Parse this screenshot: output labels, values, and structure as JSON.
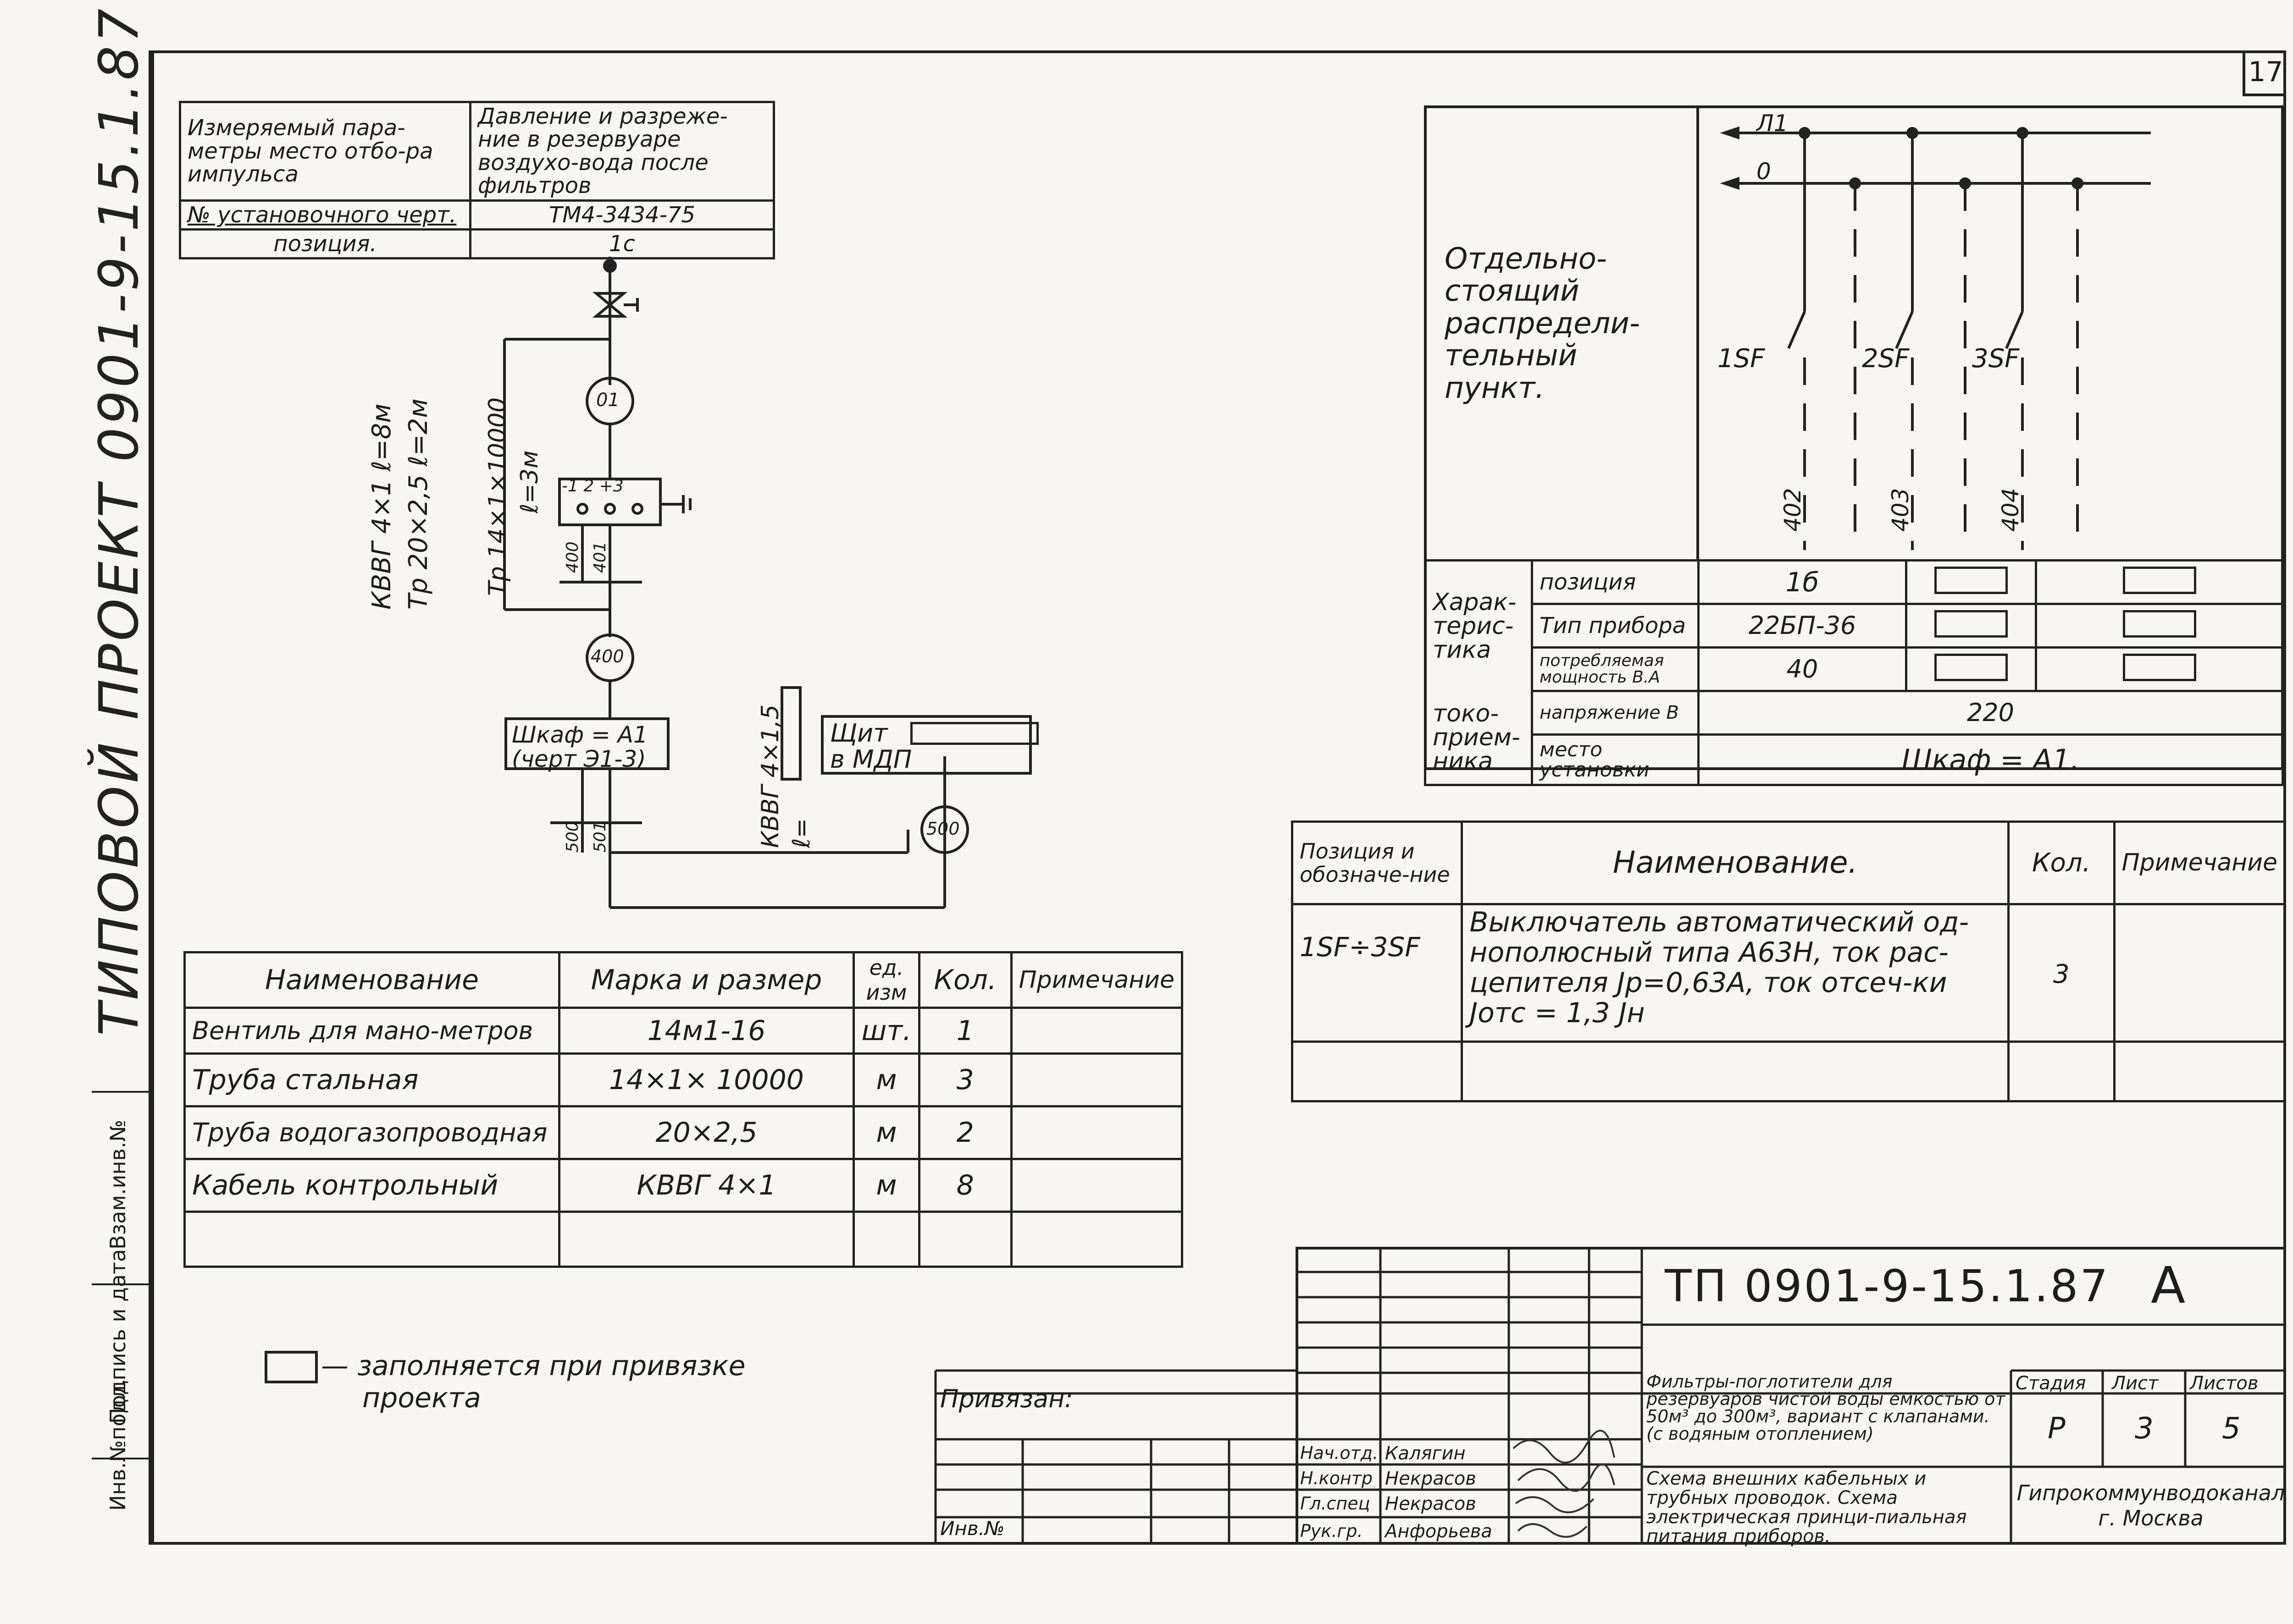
{
  "page": {
    "number": "17"
  },
  "side": {
    "project_title": "ТИПОВОЙ   ПРОЕКТ 0901-9-15.1.87 АЛЬБОМ II",
    "col1": "Инв.№подл.",
    "col2": "Подпись и дата",
    "col3": "Взам.инв.№"
  },
  "param_table": {
    "r1c1": "Измеряемый пара-метры место отбо-ра импульса",
    "r1c2": "Давление и разреже-ние в резервуаре воздухо-вода после фильтров",
    "r2c1": "№ установочного черт.",
    "r2c2": "ТМ4-3434-75",
    "r3c1": "позиция.",
    "r3c2": "1с"
  },
  "left_diagram": {
    "d01": "01",
    "d400c": "400",
    "d500": "500",
    "term_labels": "-1  2 +3",
    "w400": "400",
    "w401": "401",
    "w500": "500",
    "w501": "501",
    "cable1": "КВВГ 4×1  ℓ=8м",
    "cable2": "Тр 20×2,5  ℓ=2м",
    "pipe": "Тр 14×1×10000",
    "pipe_len": "ℓ=3м",
    "cable3": "КВВГ 4×1,5",
    "cable3_len": "ℓ=",
    "cabinet": "Шкаф = А1",
    "cabinet_ref": "(черт Э1-3)",
    "panel": "Щит",
    "panel_loc": "в МДП"
  },
  "spec_table": {
    "headers": [
      "Наименование",
      "Марка и размер",
      "ед. изм",
      "Кол.",
      "Примечание"
    ],
    "rows": [
      [
        "Вентиль для мано-метров",
        "14м1-16",
        "шт.",
        "1",
        ""
      ],
      [
        "Труба стальная",
        "14×1× 10000",
        "м",
        "3",
        ""
      ],
      [
        "Труба водогазопроводная",
        "20×2,5",
        "м",
        "2",
        ""
      ],
      [
        "Кабель контрольный",
        "КВВГ 4×1",
        "м",
        "8",
        ""
      ],
      [
        "",
        "",
        "",
        "",
        ""
      ]
    ]
  },
  "legend": {
    "text": "— заполняется при привязке",
    "text2": "проекта"
  },
  "dist_point": {
    "title": "Отдельно-стоящий распредели-тельный пункт.",
    "bus_l1": "Л1",
    "bus_0": "0",
    "breakers": [
      "1SF",
      "2SF",
      "3SF"
    ],
    "wires": [
      "402",
      "403",
      "404"
    ]
  },
  "char_table": {
    "group1": "Харак-терис-тика",
    "group2": "токо-прием-ника",
    "r_pos": "позиция",
    "r_type": "Тип прибора",
    "r_power": "потребляемая мощность В.А",
    "r_voltage": "напряжение В",
    "r_place": "место установки",
    "pos_val": "1б",
    "type_val": "22БП-36",
    "power_val": "40",
    "voltage_val": "220",
    "place_val": "Шкаф = А1."
  },
  "right_spec": {
    "h_pos": "Позиция и обозначе-ние",
    "h_name": "Наименование.",
    "h_qty": "Кол.",
    "h_note": "Примечание",
    "pos": "1SF÷3SF",
    "name": "Выключатель автоматический од-нополюсный типа А63Н, ток рас-цепителя Jр=0,63А, ток отсеч-ки Jотс = 1,3 Jн",
    "qty": "3"
  },
  "stamp": {
    "code": "ТП 0901-9-15.1.87",
    "letter": "А",
    "privyazan": "Привязан:",
    "inv": "Инв.№",
    "desc1": "Фильтры-поглотители для резервуаров чистой воды емкостью от 50м³ до 300м³, вариант с клапанами. (с водяным отоплением)",
    "desc2": "Схема внешних кабельных и трубных проводок. Схема электрическая принци-пиальная питания приборов.",
    "stage_h": "Стадия",
    "sheet_h": "Лист",
    "sheets_h": "Листов",
    "stage": "Р",
    "sheet": "3",
    "sheets": "5",
    "org": "Гипрокоммунводоканал г. Москва",
    "roles": [
      "Нач.отд.",
      "Н.контр",
      "Гл.спец",
      "Рук.гр."
    ],
    "names": [
      "Калягин",
      "Некрасов",
      "Некрасов",
      "Анфорьева"
    ]
  }
}
